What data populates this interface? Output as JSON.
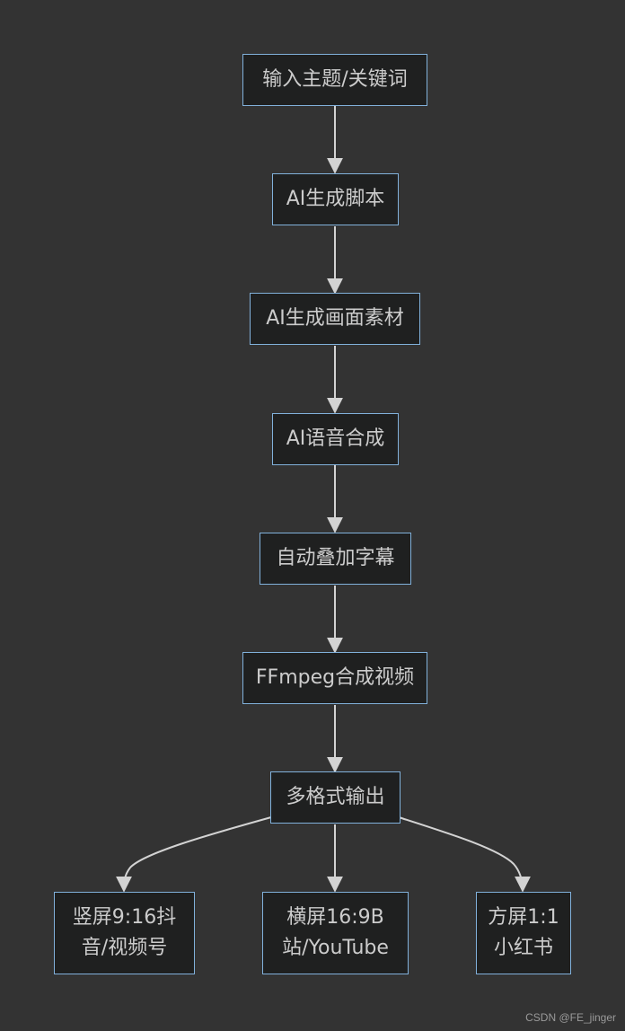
{
  "nodes": {
    "input": "输入主题/关键词",
    "script": "AI生成脚本",
    "visual": "AI生成画面素材",
    "tts": "AI语音合成",
    "subtitle": "自动叠加字幕",
    "ffmpeg": "FFmpeg合成视频",
    "output": "多格式输出",
    "vertical": [
      "竖屏9:16抖",
      "音/视频号"
    ],
    "horizontal": [
      "横屏16:9B",
      "站/YouTube"
    ],
    "square": [
      "方屏1:1",
      "小红书"
    ]
  },
  "watermark": "CSDN @FE_jinger",
  "colors": {
    "background": "#333333",
    "node_fill": "#1f2020",
    "node_border": "#81b1db",
    "text": "#cccccc",
    "edge": "#d3d3d3"
  }
}
